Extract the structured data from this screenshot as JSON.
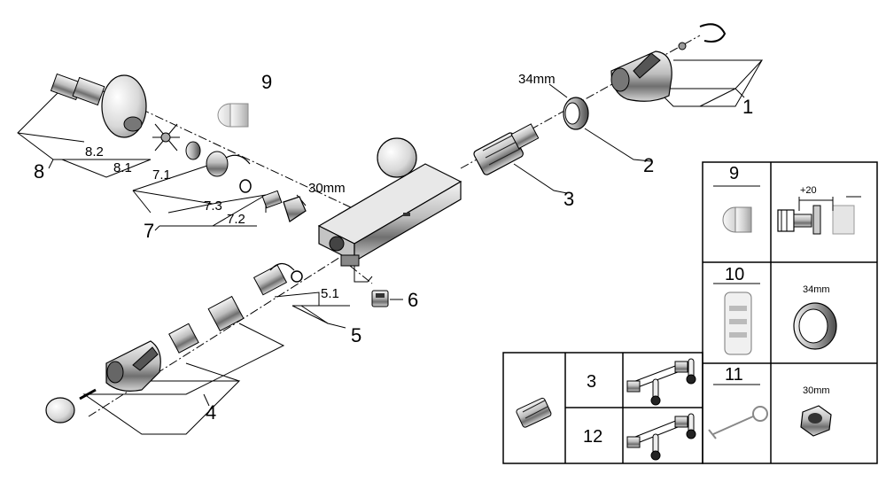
{
  "callouts": {
    "c1": "1",
    "c2": "2",
    "c3": "3",
    "c4": "4",
    "c5": "5",
    "c6": "6",
    "c7": "7",
    "c8": "8",
    "c9": "9",
    "c51": "5.1",
    "c71": "7.1",
    "c72": "7.2",
    "c73": "7.3",
    "c81": "8.1",
    "c82": "8.2"
  },
  "dimensions": {
    "d34": "34mm",
    "d30": "30mm"
  },
  "table_right": {
    "n9": "9",
    "extension": "+20",
    "n10": "10",
    "d34": "34mm",
    "n11": "11",
    "d30": "30mm"
  },
  "table_left": {
    "n3": "3",
    "n12": "12"
  }
}
